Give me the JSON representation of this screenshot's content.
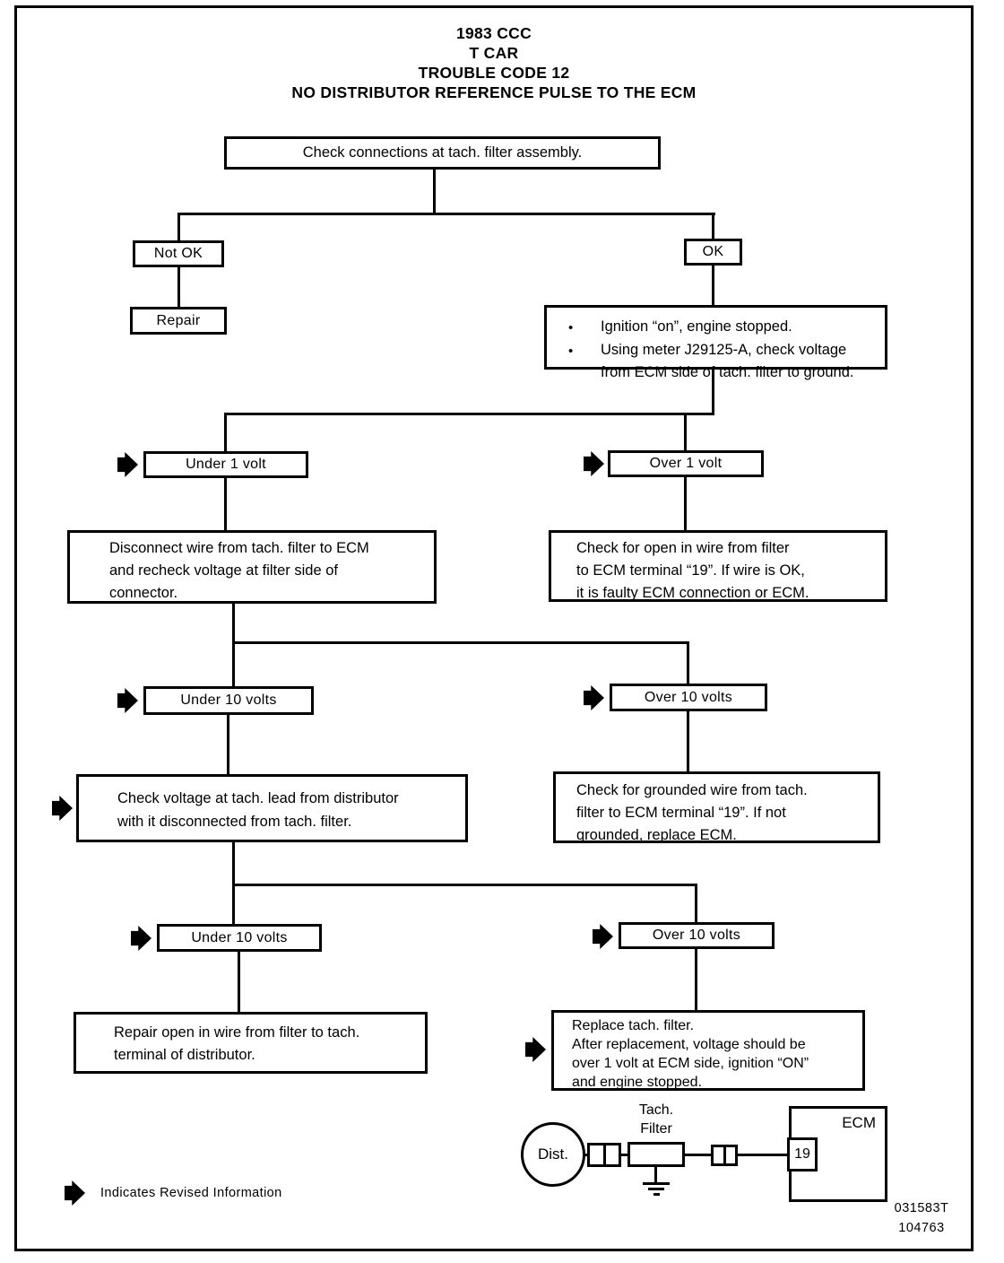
{
  "title": {
    "line1": "1983 CCC",
    "line2": "T CAR",
    "line3": "TROUBLE CODE 12",
    "line4": "NO DISTRIBUTOR REFERENCE PULSE TO THE ECM"
  },
  "flow": {
    "check_connections": "Check connections at tach. filter assembly.",
    "not_ok": "Not OK",
    "repair": "Repair",
    "ok": "OK",
    "bullet": "•",
    "ignition_item1": "Ignition “on”, engine stopped.",
    "ignition_item2_l1": "Using meter J29125-A, check voltage",
    "ignition_item2_l2": "from ECM side of tach. filter to ground.",
    "under_1_volt": "Under 1 volt",
    "over_1_volt": "Over 1 volt",
    "disconnect_l1": "Disconnect wire from tach. filter to ECM",
    "disconnect_l2": "and recheck voltage at filter side of",
    "disconnect_l3": "connector.",
    "open_wire_l1": "Check for open in wire from filter",
    "open_wire_l2": "to ECM terminal “19”. If wire is OK,",
    "open_wire_l3": "it is faulty ECM connection or ECM.",
    "under_10_volts_a": "Under 10 volts",
    "over_10_volts_a": "Over 10 volts",
    "check_voltage_l1": "Check voltage at tach. lead from distributor",
    "check_voltage_l2": "with it disconnected from tach. filter.",
    "grounded_l1": "Check for grounded wire from tach.",
    "grounded_l2": "filter to ECM terminal “19”. If not",
    "grounded_l3": "grounded, replace ECM.",
    "under_10_volts_b": "Under 10 volts",
    "over_10_volts_b": "Over 10 volts",
    "repair_open_l1": "Repair open in wire from filter to tach.",
    "repair_open_l2": "terminal of distributor.",
    "replace_l1": "Replace tach. filter.",
    "replace_l2": "After replacement, voltage should be",
    "replace_l3": "over 1 volt at ECM side, ignition “ON”",
    "replace_l4": "and engine stopped."
  },
  "schematic": {
    "dist": "Dist.",
    "tach_label_l1": "Tach.",
    "tach_label_l2": "Filter",
    "ecm": "ECM",
    "terminal": "19"
  },
  "footer": {
    "legend": "Indicates Revised Information",
    "code1": "031583T",
    "code2": "104763"
  }
}
